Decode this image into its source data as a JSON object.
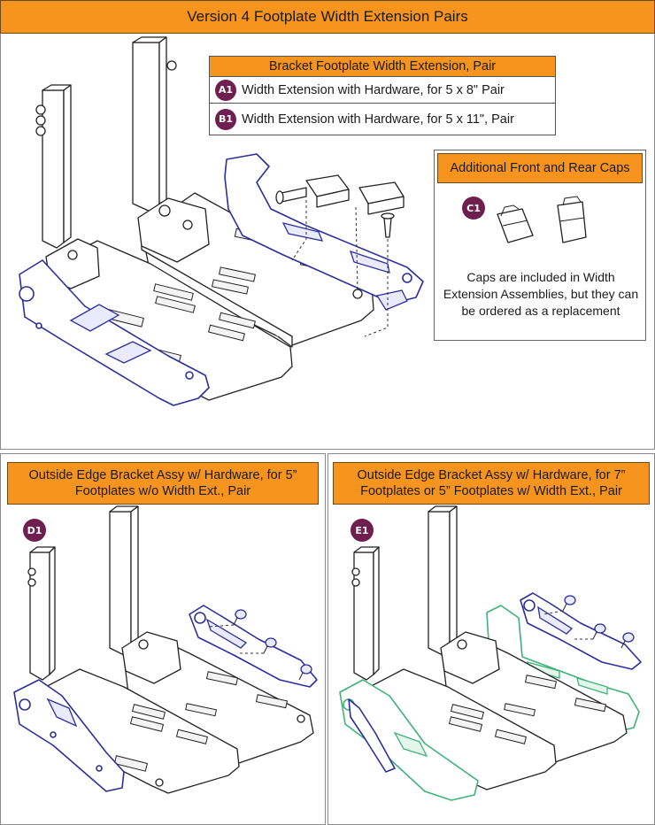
{
  "header": {
    "title": "Version 4 Footplate Width Extension Pairs"
  },
  "bracket_table": {
    "title": "Bracket Footplate Width Extension, Pair",
    "items": [
      {
        "badge": "A1",
        "label": "Width Extension with Hardware, for 5 x 8\" Pair"
      },
      {
        "badge": "B1",
        "label": "Width Extension with Hardware, for 5 x 11\", Pair"
      }
    ]
  },
  "caps": {
    "title": "Additional Front and Rear Caps",
    "badge": "C1",
    "note": "Caps are included in Width Extension Assemblies, but they can be ordered as a replacement"
  },
  "panel_d": {
    "title": "Outside Edge Bracket Assy w/ Hardware, for 5” Footplates w/o Width Ext., Pair",
    "badge": "D1"
  },
  "panel_e": {
    "title": "Outside Edge Bracket Assy w/ Hardware, for 7” Footplates or 5” Footplates w/ Width Ext., Pair",
    "badge": "E1"
  },
  "colors": {
    "banner": "#f7941d",
    "badge": "#6e1f4f",
    "highlight_blue": "#2b2f9c",
    "highlight_green": "#3fb27a"
  }
}
